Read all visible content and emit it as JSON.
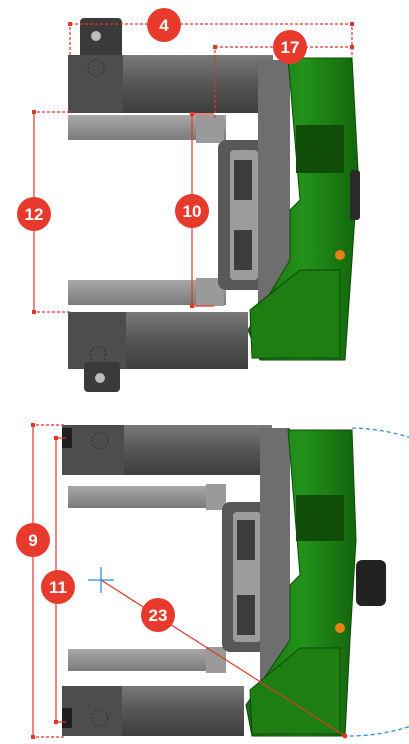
{
  "colors": {
    "badge": "#e83a2c",
    "dimension_line": "#e2362a",
    "machine_green": "#1f8a12",
    "machine_green_dark": "#13600a",
    "frame_dark": "#4a4a4a",
    "frame_mid": "#6a6a6a",
    "fork_grey": "#8a8a8a",
    "swing_arc": "#2a8fd8",
    "center_mark": "#2a8fd8",
    "orange_knob": "#e8801a"
  },
  "top_view": {
    "callouts": [
      {
        "id": "overall-width",
        "label": "4"
      },
      {
        "id": "cab-width",
        "label": "17"
      },
      {
        "id": "outer-fork-span",
        "label": "12"
      },
      {
        "id": "inner-fork-span",
        "label": "10"
      }
    ]
  },
  "bottom_view": {
    "callouts": [
      {
        "id": "overall-length",
        "label": "9"
      },
      {
        "id": "inner-length",
        "label": "11"
      },
      {
        "id": "turning-radius",
        "label": "23"
      }
    ]
  }
}
